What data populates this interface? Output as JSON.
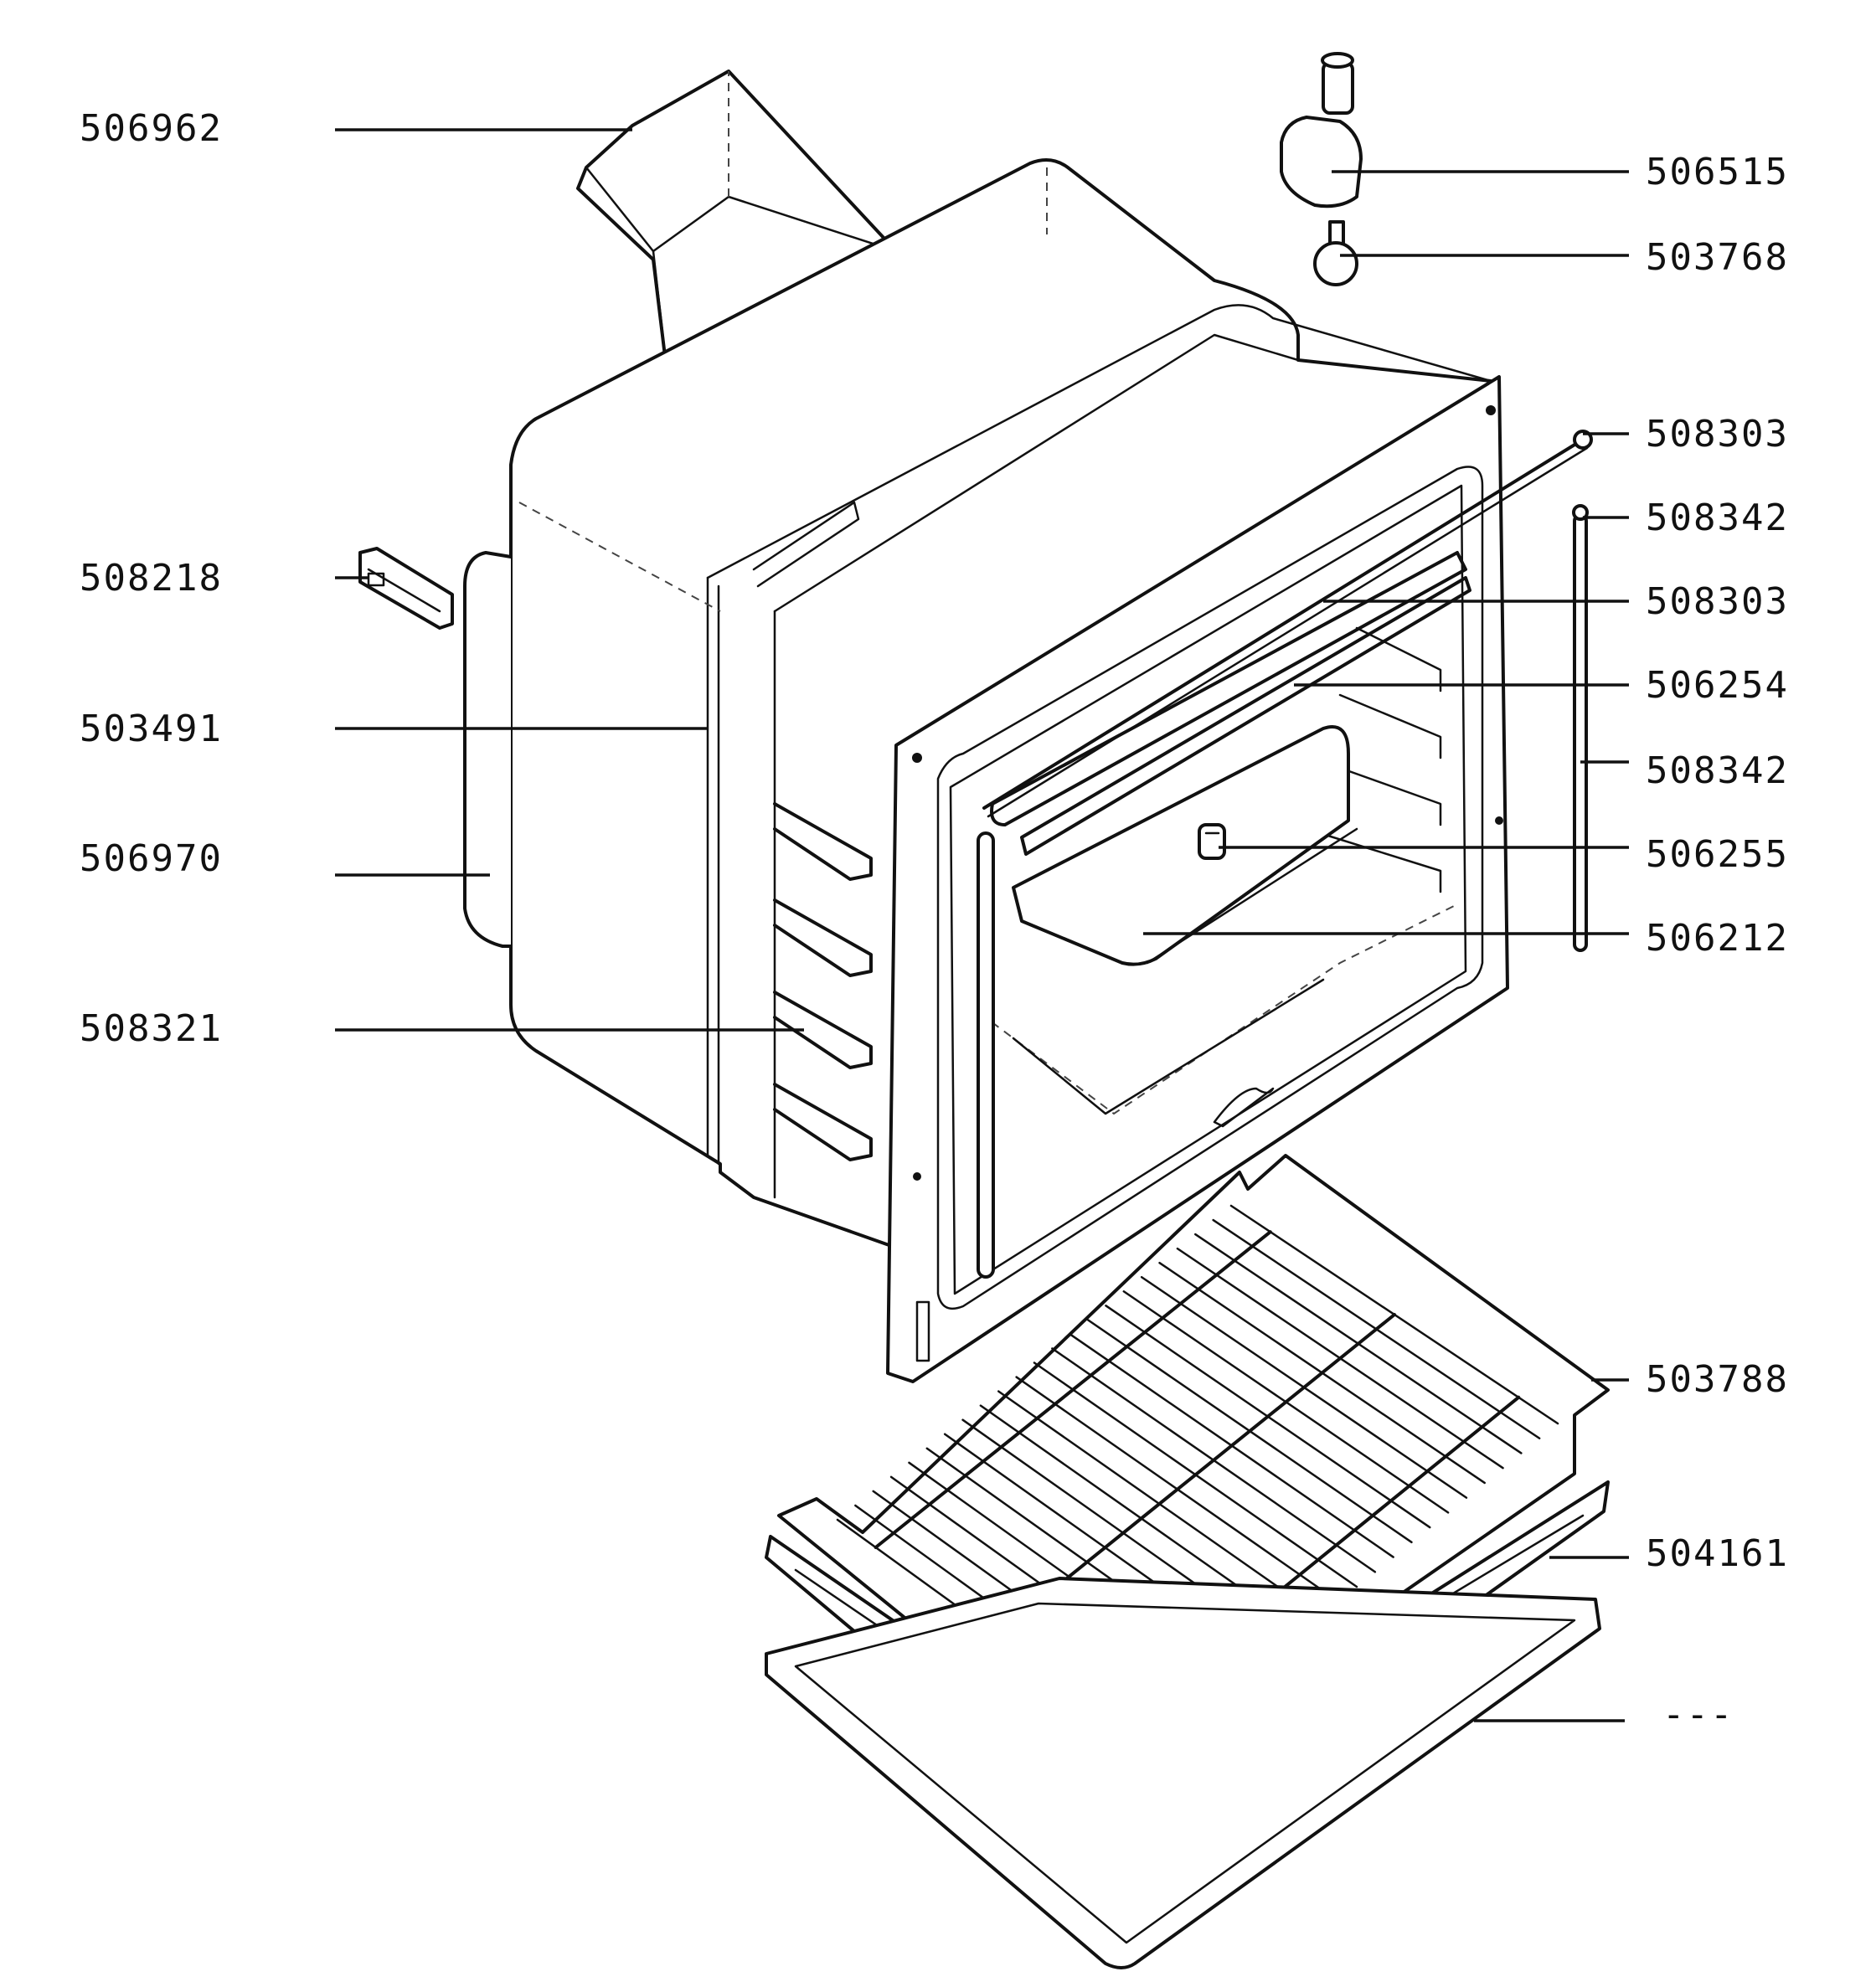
{
  "colors": {
    "ink": "#111111",
    "paper": "#ffffff"
  },
  "labels": {
    "l506962": "506962",
    "l508218": "508218",
    "l503491": "503491",
    "l506970": "506970",
    "l508321": "508321",
    "l506515": "506515",
    "l503768": "503768",
    "l508303a": "508303",
    "l508342a": "508342",
    "l508303b": "508303",
    "l506254": "506254",
    "l508342b": "508342",
    "l506255": "506255",
    "l506212": "506212",
    "l503788": "503788",
    "l504161": "504161",
    "lnone": "---"
  }
}
